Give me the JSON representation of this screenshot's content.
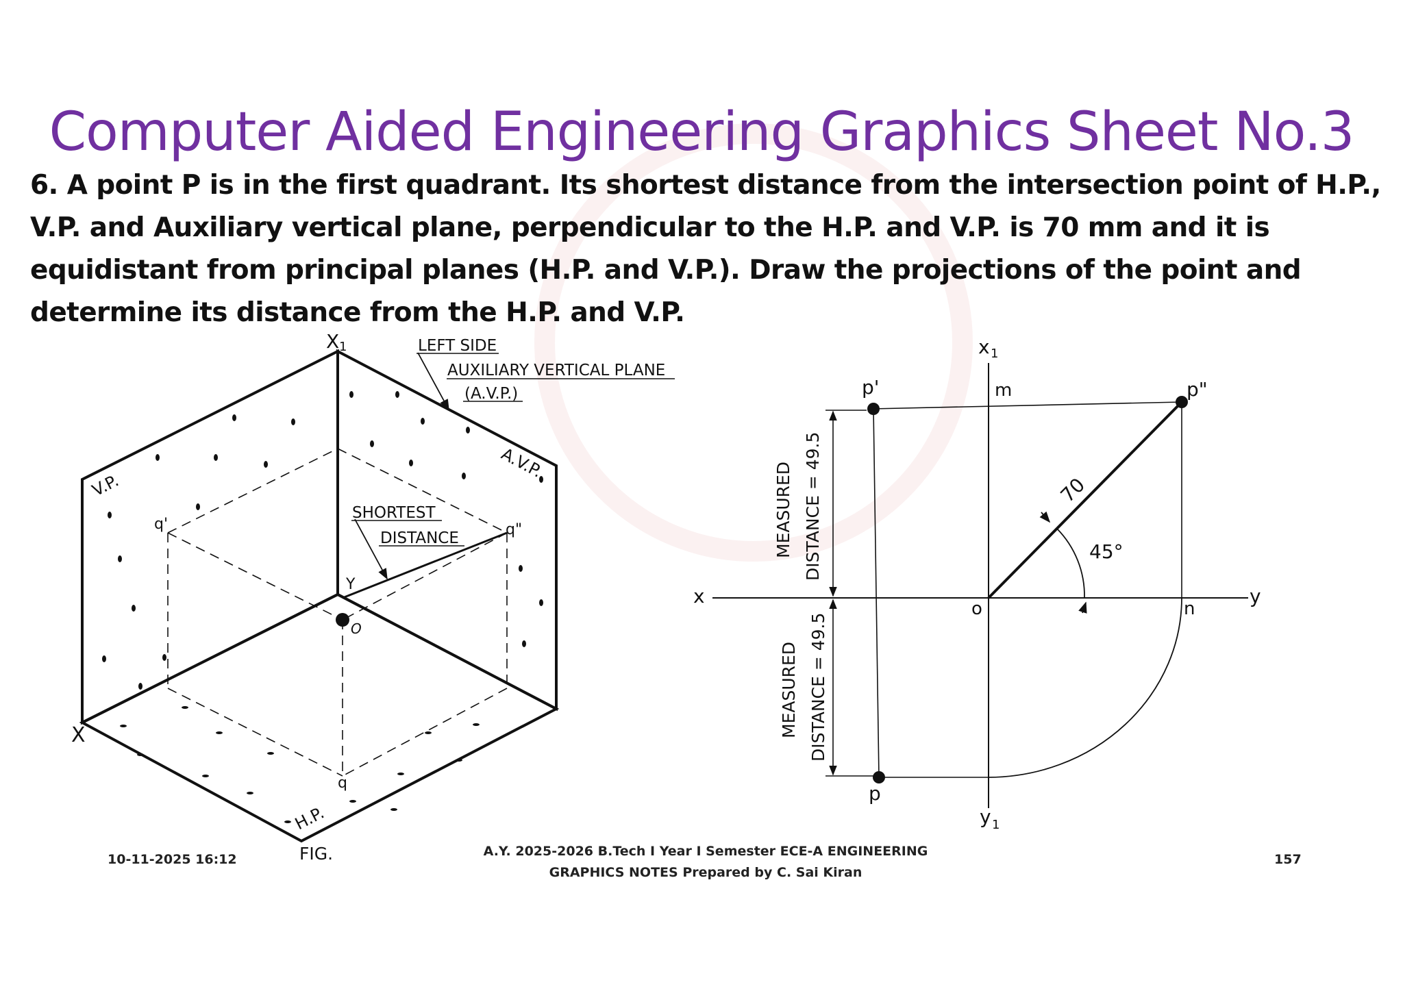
{
  "slide": {
    "title": "Computer Aided Engineering Graphics Sheet No.3",
    "problem_lines": [
      "6. A point P is in the first quadrant. Its shortest distance from the intersection point of H.P.,",
      "V.P. and Auxiliary vertical plane, perpendicular to the H.P. and V.P. is 70 mm and it is",
      "equidistant from principal planes (H.P. and V.P.). Draw the projections of the point and",
      "determine its distance from the H.P. and V.P."
    ],
    "colors": {
      "title": "#7030a0",
      "text": "#111111",
      "line": "#111111"
    }
  },
  "pictorial": {
    "label_x1": "X",
    "label_x1_sub": "1",
    "label_left_side": "LEFT SIDE",
    "label_avp_full": "AUXILIARY VERTICAL PLANE",
    "label_avp_abbr": "(A.V.P.)",
    "label_vp": "V.P.",
    "label_avp": "A.V.P.",
    "label_hp": "H.P.",
    "label_x": "X",
    "label_y": "Y",
    "label_o": "O",
    "label_q_front": "q'",
    "label_q_side": "q\"",
    "label_q_top": "q",
    "label_shortest": "SHORTEST",
    "label_distance": "DISTANCE",
    "label_fig": "FIG."
  },
  "orthographic": {
    "label_x1": "x",
    "label_x1_sub": "1",
    "label_y1": "y",
    "label_y1_sub": "1",
    "label_x": "x",
    "label_y": "y",
    "label_o": "o",
    "label_m": "m",
    "label_n": "n",
    "label_p_front": "p'",
    "label_p_side": "p\"",
    "label_p_top": "p",
    "label_70": "70",
    "label_angle": "45°",
    "measured_top_1": "MEASURED",
    "measured_top_2": "DISTANCE = 49.5",
    "measured_bottom_1": "MEASURED",
    "measured_bottom_2": "DISTANCE = 49.5"
  },
  "footer": {
    "date": "10-11-2025 16:12",
    "center_line1": "A.Y. 2025-2026 B.Tech I Year I Semester ECE-A ENGINEERING",
    "center_line2": "GRAPHICS NOTES  Prepared by C. Sai Kiran",
    "page": "157"
  }
}
